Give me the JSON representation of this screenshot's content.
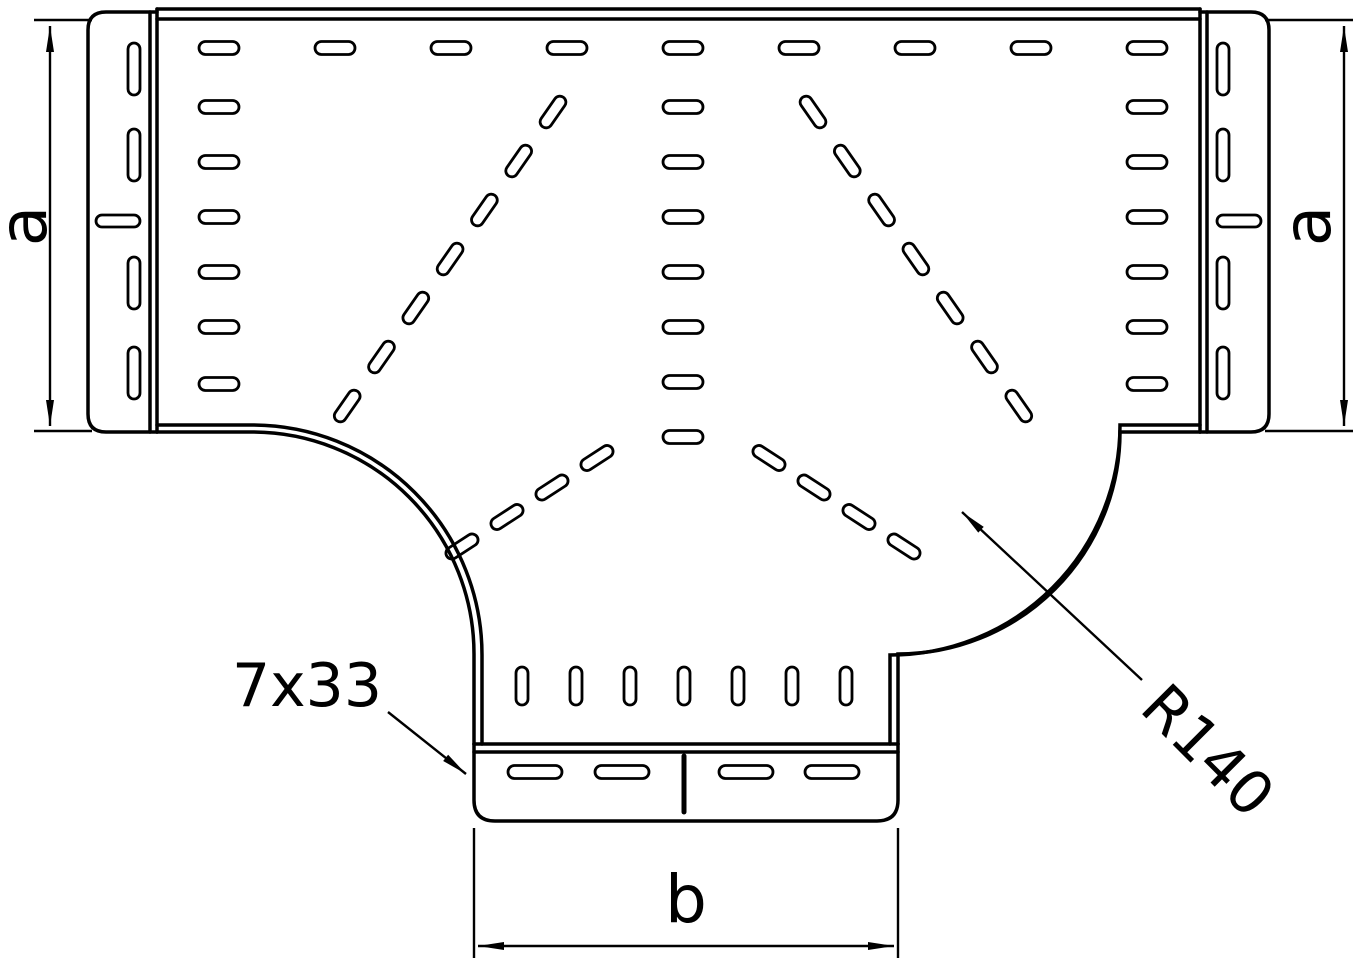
{
  "diagram": {
    "title": "Cable tray tee-piece technical drawing",
    "labels": {
      "dim_left": "a",
      "dim_right": "a",
      "dim_bottom": "b",
      "slot_callout": "7x33",
      "radius_callout": "R140"
    },
    "colors": {
      "line": "#000000",
      "background": "#ffffff"
    }
  }
}
